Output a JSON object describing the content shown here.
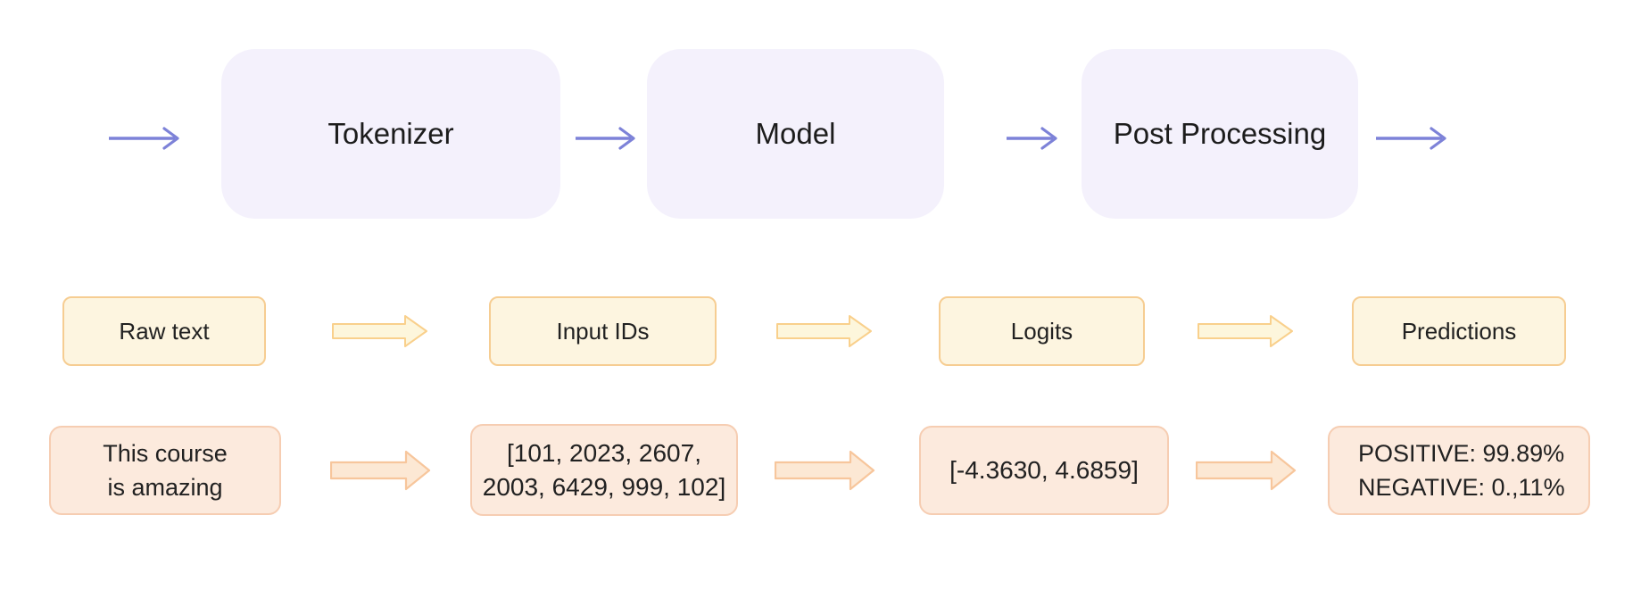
{
  "diagram_title": "transformers-pipeline-diagram",
  "colors": {
    "background": "#ffffff",
    "stage_fill": "#f4f1fc",
    "flow_arrow_purple": "#7d82d8",
    "label_fill": "#fdf5e0",
    "label_border": "#f6cd92",
    "label_arrow_fill": "#fdf6dc",
    "label_arrow_border": "#f9d08c",
    "example_fill": "#fceadd",
    "example_border": "#f6cdb2",
    "example_arrow_fill": "#fce8d4",
    "example_arrow_border": "#f7c69c",
    "text": "#212121"
  },
  "pipeline": {
    "stages": [
      {
        "label": "Tokenizer"
      },
      {
        "label": "Model"
      },
      {
        "label": "Post Processing"
      }
    ]
  },
  "data_labels": {
    "items": [
      {
        "label": "Raw text"
      },
      {
        "label": "Input IDs"
      },
      {
        "label": "Logits"
      },
      {
        "label": "Predictions"
      }
    ]
  },
  "example_values": {
    "items": [
      {
        "lines": [
          "This course",
          "is amazing"
        ]
      },
      {
        "lines": [
          "[101, 2023, 2607,",
          "2003, 6429, 999, 102]"
        ]
      },
      {
        "lines": [
          "[-4.3630, 4.6859]"
        ]
      },
      {
        "lines": [
          "POSITIVE: 99.89%",
          "NEGATIVE: 0.,11%"
        ]
      }
    ]
  }
}
